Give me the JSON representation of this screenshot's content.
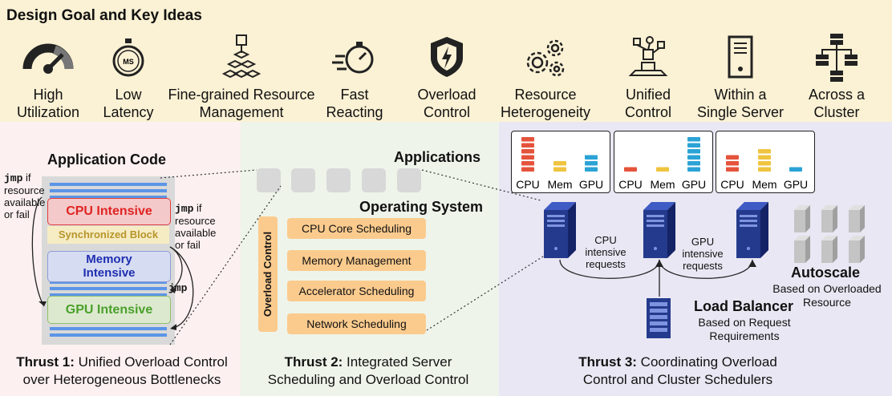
{
  "header": {
    "title": "Design Goal and Key Ideas"
  },
  "ideas": [
    {
      "icon": "gauge-icon",
      "l1": "High",
      "l2": "Utilization"
    },
    {
      "icon": "stopwatch-icon",
      "l1": "Low",
      "l2": "Latency"
    },
    {
      "icon": "resource-blocks-icon",
      "l1": "Fine-grained Resource",
      "l2": "Management"
    },
    {
      "icon": "fast-timer-icon",
      "l1": "Fast",
      "l2": "Reacting"
    },
    {
      "icon": "shield-bolt-icon",
      "l1": "Overload",
      "l2": "Control"
    },
    {
      "icon": "gears-icon",
      "l1": "Resource",
      "l2": "Heterogeneity"
    },
    {
      "icon": "control-hub-icon",
      "l1": "Unified",
      "l2": "Control"
    },
    {
      "icon": "server-icon",
      "l1": "Within a",
      "l2": "Single Server"
    },
    {
      "icon": "cluster-icon",
      "l1": "Across a",
      "l2": "Cluster"
    }
  ],
  "thrust1": {
    "app_code": "Application Code",
    "cpu": "CPU Intensive",
    "sync": "Synchronized Block",
    "mem1": "Memory",
    "mem2": "Intensive",
    "gpu": "GPU Intensive",
    "jmp": "jmp",
    "if": " if",
    "resource": "resource",
    "available": "available",
    "orfail": "or fail",
    "cap_bold": "Thrust 1:",
    "cap1": " Unified Overload Control",
    "cap2": "over Heterogeneous Bottlenecks"
  },
  "thrust2": {
    "apps": "Applications",
    "os": "Operating System",
    "oc": "Overload Control",
    "boxes": [
      "CPU Core Scheduling",
      "Memory Management",
      "Accelerator Scheduling",
      "Network Scheduling"
    ],
    "cap_bold": "Thrust 2:",
    "cap1": " Integrated Server",
    "cap2": "Scheduling and Overload Control"
  },
  "thrust3": {
    "resource_labels": [
      "CPU",
      "Mem",
      "GPU"
    ],
    "cpu_req1": "CPU",
    "cpu_req2": "intensive",
    "cpu_req3": "requests",
    "gpu_req1": "GPU",
    "gpu_req2": "intensive",
    "gpu_req3": "requests",
    "autoscale": "Autoscale",
    "auto1": "Based on Overloaded",
    "auto2": "Resource",
    "lb": "Load Balancer",
    "lb1": "Based on Request",
    "lb2": "Requirements",
    "cap_bold": "Thrust 3:",
    "cap1": " Coordinating Overload",
    "cap2": "Control and Cluster Schedulers"
  },
  "chart_data": {
    "type": "bar",
    "categories": [
      "CPU",
      "Mem",
      "GPU"
    ],
    "series": [
      {
        "values": [
          6,
          2,
          3
        ]
      },
      {
        "values": [
          1,
          1,
          6
        ]
      },
      {
        "values": [
          3,
          4,
          1
        ]
      }
    ]
  },
  "colors": {
    "cpu": "#e4533b",
    "mem": "#efc43f",
    "gpu": "#2ba3d6",
    "orange": "#fbcb8e",
    "server": "#243a8c"
  }
}
